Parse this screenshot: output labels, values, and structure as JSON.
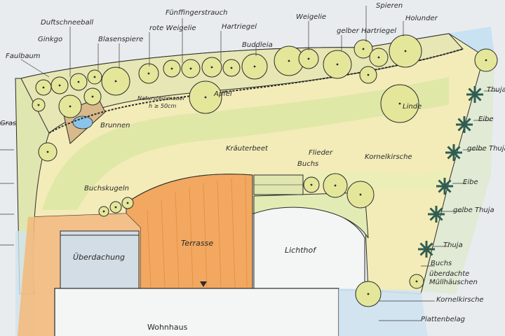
{
  "plan": {
    "buildings": {
      "house": "Wohnhaus",
      "canopy": "Überdachung",
      "terrace": "Terrasse",
      "courtyard": "Lichthof"
    },
    "areas": {
      "fountain": "Brunnen",
      "boxwood_balls": "Buchskugeln",
      "herb_bed": "Kräuterbeet",
      "lilac": "Flieder",
      "box": "Buchs",
      "dogwood": "Kornelkirsche",
      "apple": "Apfel",
      "linden": "Linde",
      "buddleia": "Buddleia",
      "natural_stone_wall": "Natursteinmauer",
      "wall_height": "h ≥ 50cm"
    },
    "top_labels": {
      "ginkgo": "Ginkgo",
      "fragrant_snowball": "Duftschneeball",
      "bladder_spiraea": "Blasenspiere",
      "red_weigela": "rote Weigelie",
      "cinquefoil": "Fünffingerstrauch",
      "hard_privet": "Hartriegel",
      "weigela": "Weigelie",
      "yellow_dogwood": "gelber Hartriegel",
      "spiraea": "Spieren",
      "elder": "Holunder"
    },
    "left_labels": {
      "buckthorn": "Faulbaum",
      "grass": "Gras"
    },
    "right_labels": {
      "thuja_1": "Thuja",
      "yew_1": "Eibe",
      "yellow_thuja_1": "gelbe Thuja",
      "yew_2": "Eibe",
      "yellow_thuja_2": "gelbe Thuja",
      "thuja_2": "Thuja",
      "box": "Buchs",
      "covered_bins": "überdachte Müllhäuschen",
      "dogwood": "Kornelkirsche",
      "paving": "Plattenbelag"
    }
  },
  "colors": {
    "paper": "#e9ecee",
    "lawn": "#f3ecb8",
    "lawn_edge": "#c7e08d",
    "terrace": "#f2a860",
    "border_bed": "#e6e7b5",
    "tree_fill": "#e4e79a",
    "ink": "#2b2b2b",
    "water": "#8bc4e8",
    "thuja": "#2f5d52"
  }
}
